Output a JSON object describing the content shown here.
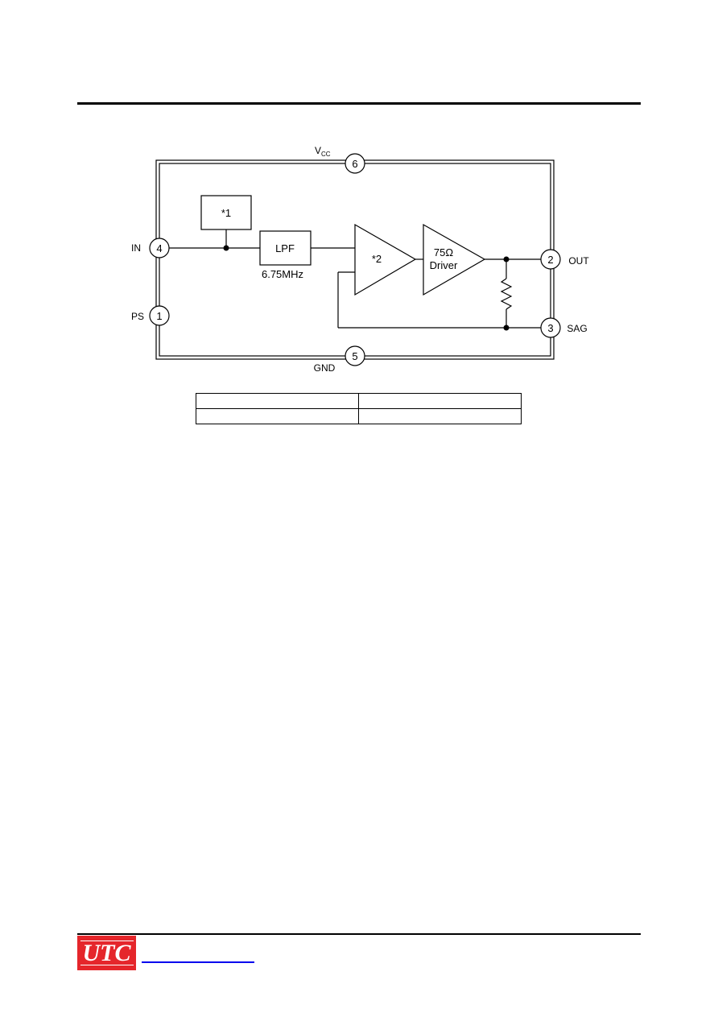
{
  "diagram": {
    "pins": {
      "vcc": {
        "number": "6",
        "label_main": "V",
        "label_sub": "CC"
      },
      "gnd": {
        "number": "5",
        "label": "GND"
      },
      "in": {
        "number": "4",
        "label": "IN"
      },
      "ps": {
        "number": "1",
        "label": "PS"
      },
      "out": {
        "number": "2",
        "label": "OUT"
      },
      "sag": {
        "number": "3",
        "label": "SAG"
      }
    },
    "blocks": {
      "note1": "*1",
      "lpf": "LPF",
      "lpf_freq": "6.75MHz",
      "amp": "*2",
      "driver_line1": "75Ω",
      "driver_line2": "Driver"
    }
  },
  "pin_table": {
    "rows": [
      [
        "",
        ""
      ],
      [
        "",
        ""
      ]
    ]
  },
  "footer": {
    "logo_text": "UTC",
    "link_text": ""
  }
}
